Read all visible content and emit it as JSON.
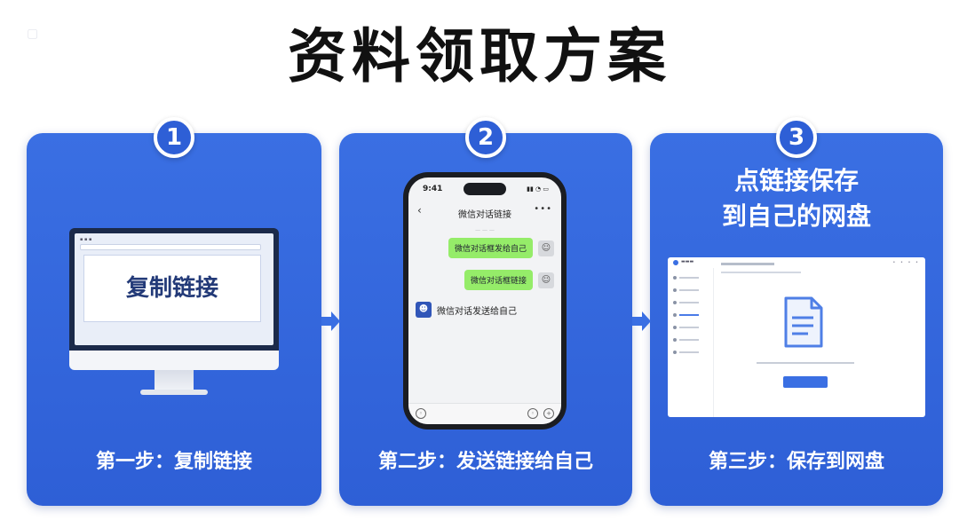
{
  "title": "资料领取方案",
  "steps": [
    {
      "number": "1",
      "screen_text": "复制链接",
      "label": "第一步：复制链接"
    },
    {
      "number": "2",
      "label": "第二步：发送链接给自己",
      "phone": {
        "chat_title": "微信对话链接",
        "messages_right": [
          "微信对话框发给自己",
          "微信对话框链接"
        ],
        "message_left": "微信对话发送给自己"
      }
    },
    {
      "number": "3",
      "headline_line1": "点链接保存",
      "headline_line2": "到自己的网盘",
      "label": "第三步：保存到网盘"
    }
  ],
  "colors": {
    "card": "#2e5fd6",
    "accent": "#3a6fe3",
    "bubble": "#95ec69",
    "title": "#111111"
  },
  "icons": [
    "arrow-right-icon",
    "document-icon",
    "avatar-icon"
  ]
}
